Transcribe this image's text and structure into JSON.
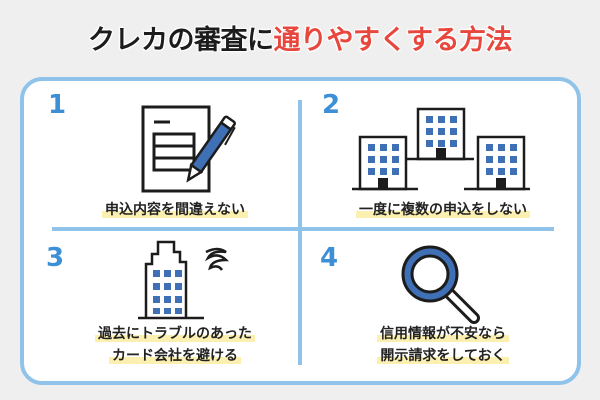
{
  "title": {
    "part_black": "クレカの審査に",
    "part_red": "通りやすくする方法"
  },
  "colors": {
    "accent_blue": "#3d8fd6",
    "border_blue": "#8fc3ea",
    "title_red": "#e8473d",
    "highlight_yellow": "#fbf0b0",
    "icon_blue": "#3f6fb5"
  },
  "tips": [
    {
      "number": "1",
      "icon": "document-pen-icon",
      "lines": [
        "申込内容を間違えない"
      ]
    },
    {
      "number": "2",
      "icon": "multiple-buildings-icon",
      "lines": [
        "一度に複数の申込をしない"
      ]
    },
    {
      "number": "3",
      "icon": "troubled-building-icon",
      "lines": [
        "過去にトラブルのあった",
        "カード会社を避ける"
      ]
    },
    {
      "number": "4",
      "icon": "magnifying-glass-icon",
      "lines": [
        "信用情報が不安なら",
        "開示請求をしておく"
      ]
    }
  ]
}
